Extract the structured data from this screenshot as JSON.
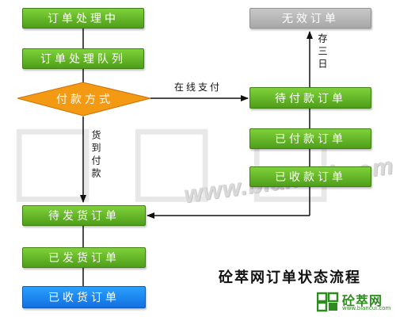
{
  "nodes": {
    "processing": "订单处理中",
    "queue": "订单处理队列",
    "payment_method": "付款方式",
    "pending_payment": "待付款订单",
    "paid": "已付款订单",
    "received_payment": "已收款订单",
    "pending_shipment": "待发货订单",
    "shipped": "已发货订单",
    "received": "已收货订单",
    "invalid": "无效订单"
  },
  "edge_labels": {
    "online_pay": "在线支付",
    "cod": "货到付款",
    "three_days": "存三日"
  },
  "title": "砼萃网订单状态流程",
  "logo": {
    "name": "砼萃网",
    "url": "www.biancui.com"
  },
  "watermark": {
    "url": "www.biancui.com"
  },
  "colors": {
    "green": "#5fb42a",
    "gray": "#b4b4b4",
    "blue": "#1a86f0",
    "diamond": "#f39a12"
  }
}
